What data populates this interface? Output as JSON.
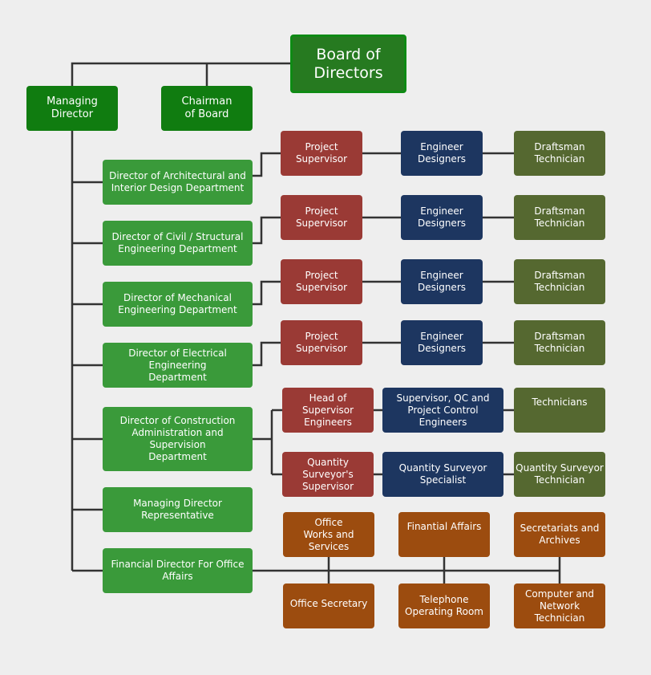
{
  "board": "Board of\nDirectors",
  "managing_director": "Managing\nDirector",
  "chairman": "Chairman\nof Board",
  "directors": [
    "Director of Architectural and\nInterior Design Department",
    "Director of Civil / Structural\nEngineering Department",
    "Director of Mechanical\nEngineering Department",
    "Director of Electrical Engineering\nDepartment",
    "Director of Construction\nAdministration and Supervision\nDepartment",
    "Managing Director\nRepresentative",
    "Financial Director For  Office\nAffairs"
  ],
  "engineering_rows": [
    {
      "supervisor": "Project\nSupervisor",
      "engineers": "Engineer\nDesigners",
      "technician": "Draftsman\nTechnician"
    },
    {
      "supervisor": "Project\nSupervisor",
      "engineers": "Engineer\nDesigners",
      "technician": "Draftsman\nTechnician"
    },
    {
      "supervisor": "Project\nSupervisor",
      "engineers": "Engineer\nDesigners",
      "technician": "Draftsman\nTechnician"
    },
    {
      "supervisor": "Project\nSupervisor",
      "engineers": "Engineer\nDesigners",
      "technician": "Draftsman\nTechnician"
    }
  ],
  "construction": {
    "head": "Head of Supervisor\nEngineers",
    "qc": "Supervisor, QC and\nProject Control Engineers",
    "technicians": "Technicians",
    "qs_supervisor": "Quantity Surveyor's\nSupervisor",
    "qs_specialist": "Quantity Surveyor\nSpecialist",
    "qs_technician": "Quantity Surveyor\nTechnician"
  },
  "office": {
    "works": "Office\nWorks and Services",
    "financial": "Finantial Affairs",
    "secretariats": "Secretariats and\nArchives",
    "secretary": "Office Secretary",
    "telephone": "Telephone\nOperating Room",
    "computer": "Computer and\nNetwork Technician"
  },
  "colors": {
    "board": "#267a20",
    "top_level": "#107c10",
    "director": "#3a9a3a",
    "supervisor": "#9a3a35",
    "engineer": "#1d3660",
    "technician": "#556830",
    "office": "#9c4c0f",
    "line": "#333333"
  }
}
